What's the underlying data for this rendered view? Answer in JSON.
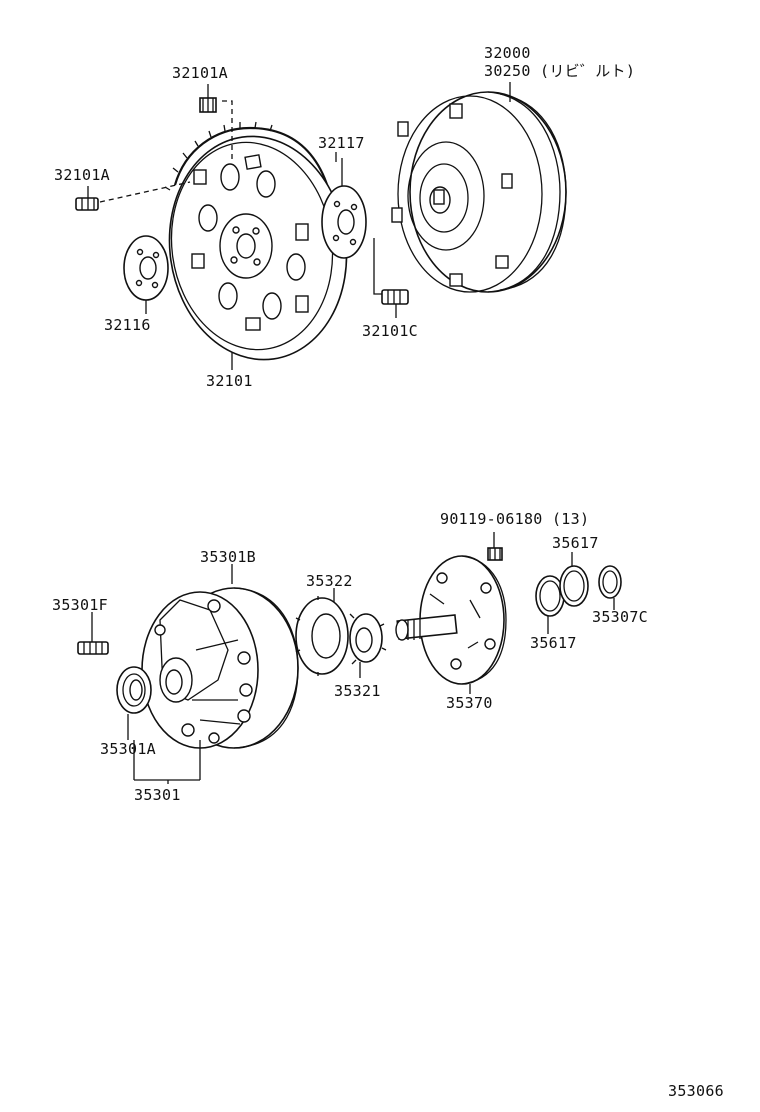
{
  "labels": {
    "l32101A_top": "32101A",
    "l32101A_left": "32101A",
    "l32117": "32117",
    "l32000": "32000",
    "l30250": "30250 (リビ゛ルト)",
    "l32116": "32116",
    "l32101": "32101",
    "l32101C": "32101C",
    "l90119": "90119-06180 (13)",
    "l35617_top": "35617",
    "l35617_bottom": "35617",
    "l35307C": "35307C",
    "l35301B": "35301B",
    "l35322": "35322",
    "l35301F": "35301F",
    "l35321": "35321",
    "l35370": "35370",
    "l35301A": "35301A",
    "l35301": "35301",
    "diagram_id": "353066"
  }
}
